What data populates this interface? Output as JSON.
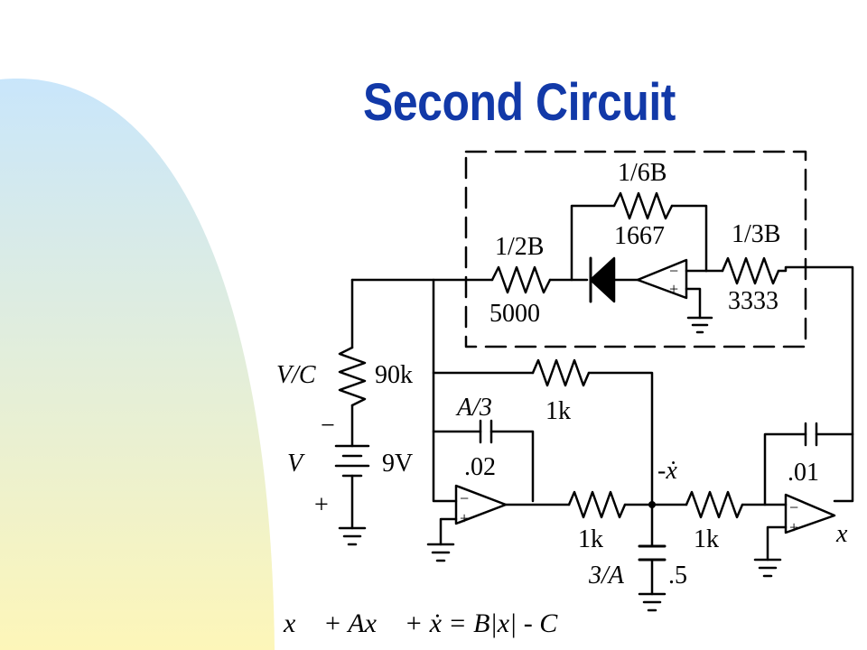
{
  "title": "Second Circuit",
  "colors": {
    "title": "#1239a8",
    "gradient_top": "#c9e6fb",
    "gradient_bottom": "#fdf6b9",
    "wire": "#000000"
  },
  "circuit": {
    "r_half_b_label": "1/2B",
    "r_half_b_value": "5000",
    "r_sixth_b_label": "1/6B",
    "r_sixth_b_value": "1667",
    "r_third_b_label": "1/3B",
    "r_third_b_value": "3333",
    "vc_label": "V/C",
    "vc_value": "90k",
    "mid_resistor_value": "1k",
    "cap1_label": "A/3",
    "cap1_value": ".02",
    "r_bottom1_value": "1k",
    "r_bottom2_value": "1k",
    "xdot_label": "-ẋ",
    "cap2_value": ".01",
    "cap3_label": "3/A",
    "cap3_value": ".5",
    "output_label": "x",
    "battery_label": "V",
    "battery_value": "9V",
    "minus_sign": "−",
    "plus_sign": "+",
    "opamp_minus": "−",
    "opamp_plus": "+",
    "equation": "x⃛ + Ax⃛ + ẋ = B|x| - C"
  }
}
